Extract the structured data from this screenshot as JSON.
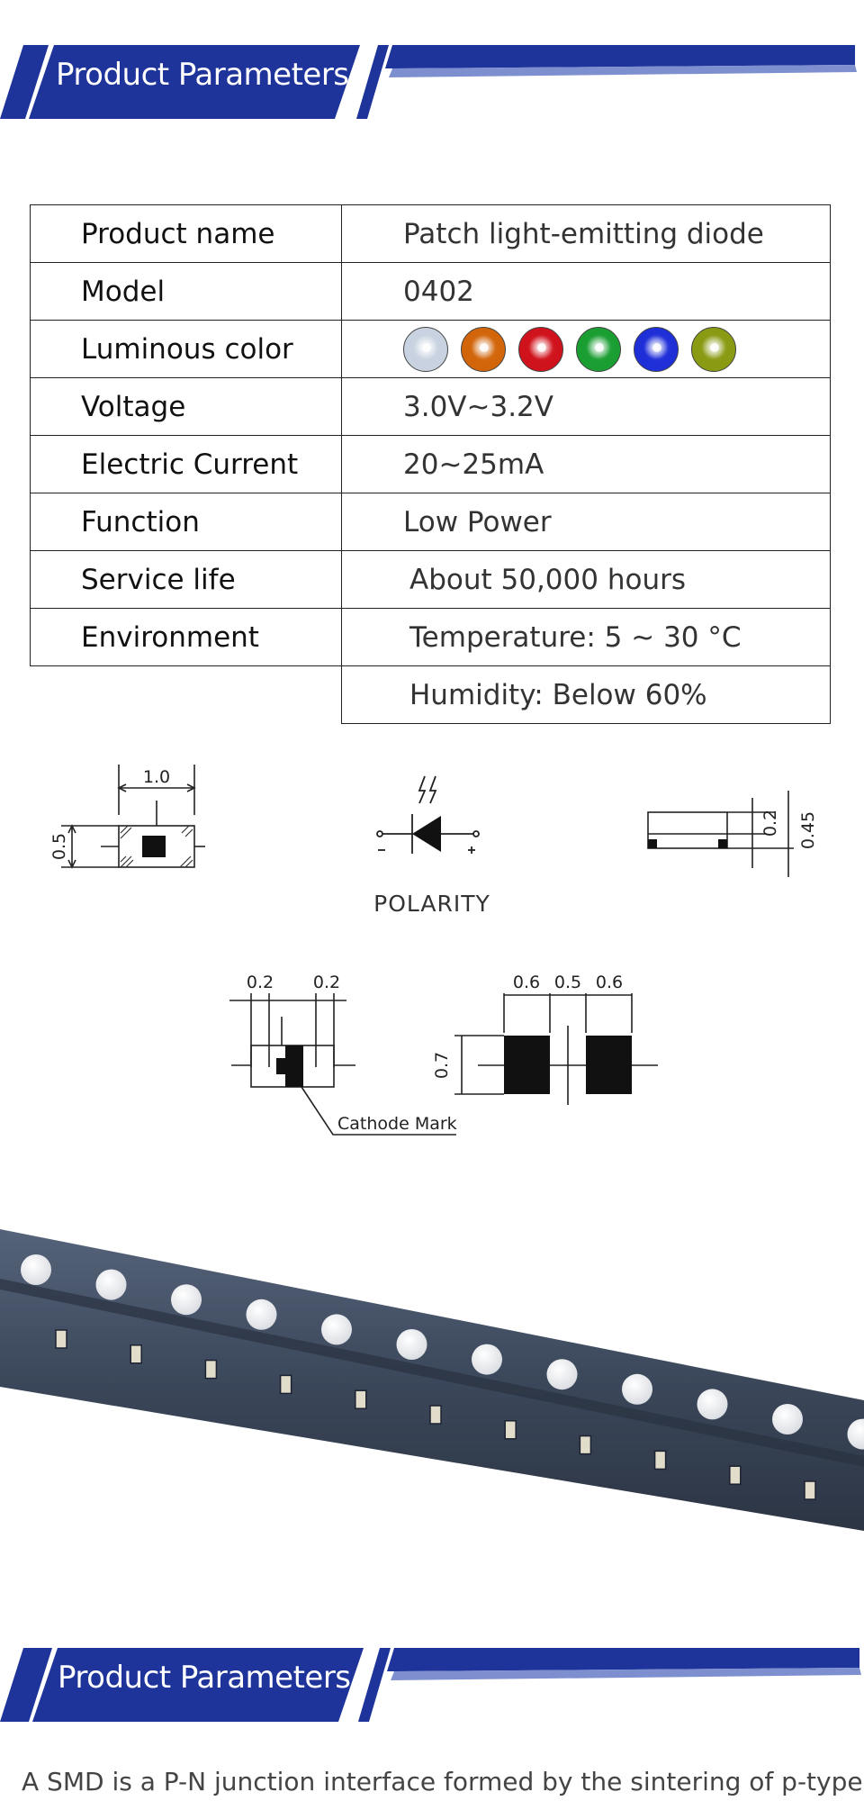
{
  "header": {
    "title": "Product Parameters"
  },
  "parameters": [
    {
      "key": "Product name",
      "value": "Patch light-emitting diode"
    },
    {
      "key": "Model",
      "value": "0402"
    },
    {
      "key": "Luminous color",
      "value": ""
    },
    {
      "key": "Voltage",
      "value": "3.0V~3.2V"
    },
    {
      "key": "Electric Current",
      "value": "20~25mA"
    },
    {
      "key": "Function",
      "value": "Low Power"
    },
    {
      "key": "Service life",
      "value": "About 50,000 hours"
    },
    {
      "key": "Environment",
      "value": "Temperature: 5 ~ 30 °C"
    },
    {
      "key": "",
      "value": "Humidity: Below 60%"
    }
  ],
  "luminous_colors": [
    {
      "name": "white",
      "color": "#c8d2e0"
    },
    {
      "name": "orange",
      "color": "#d2650a"
    },
    {
      "name": "red",
      "color": "#d0121c"
    },
    {
      "name": "green",
      "color": "#1a9e32"
    },
    {
      "name": "blue",
      "color": "#1f2fd8"
    },
    {
      "name": "yellow-green",
      "color": "#8a9a12"
    }
  ],
  "drawings": {
    "top_view": {
      "width_label": "1.0",
      "height_label": "0.5"
    },
    "symbol": {
      "caption": "POLARITY"
    },
    "side_view": {
      "label_a": "0.2",
      "label_b": "0.45"
    },
    "bottom_view": {
      "label_left": "0.2",
      "label_right": "0.2",
      "cathode_label": "Cathode Mark"
    },
    "footprint": {
      "label_a": "0.6",
      "label_b": "0.5",
      "label_c": "0.6",
      "label_height": "0.7"
    }
  },
  "section2": {
    "title": "Product Parameters"
  },
  "description": "A SMD is a P-N junction interface formed by the sintering of p-type",
  "colors": {
    "brand_blue": "#1f349a",
    "accent_blue": "#7e8fd0",
    "tape": "#3d4a5e"
  }
}
